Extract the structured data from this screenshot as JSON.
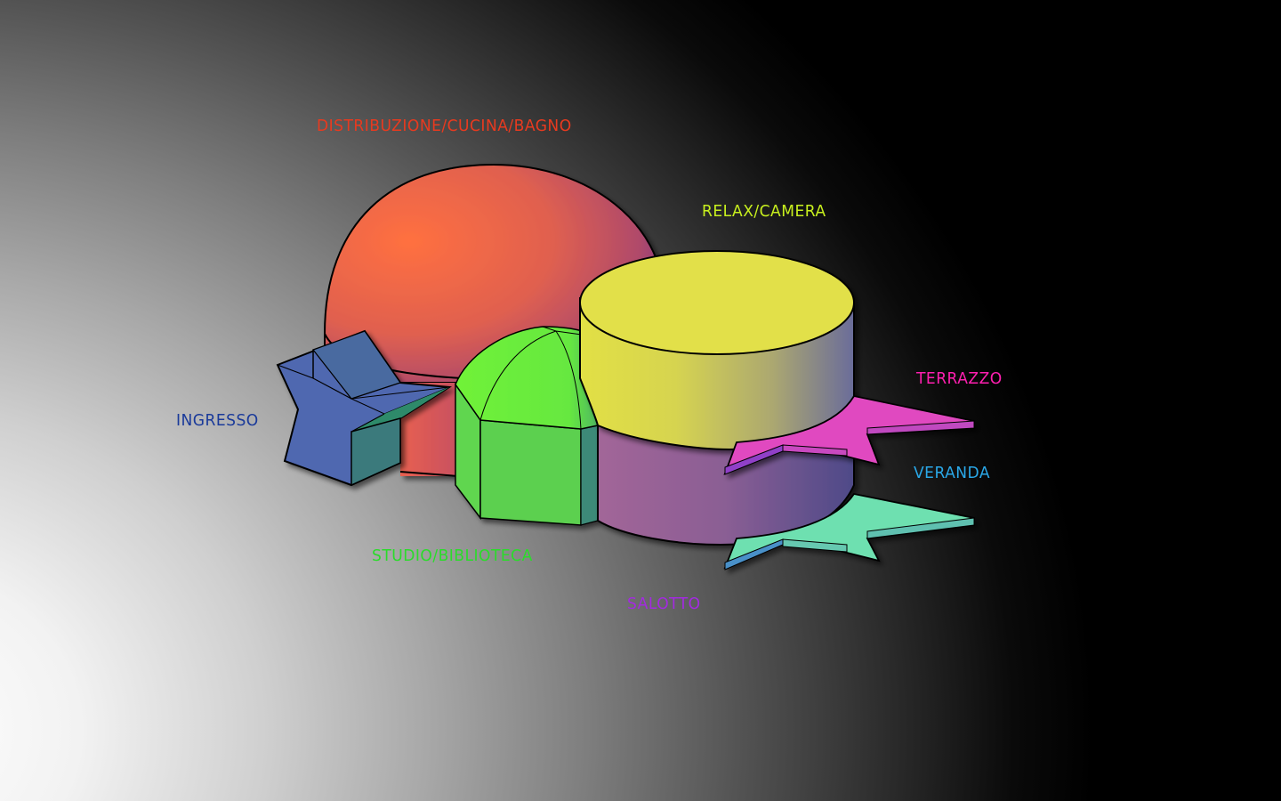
{
  "diagram": {
    "labels": {
      "distribuzione": "DISTRIBUZIONE/CUCINA/BAGNO",
      "relax": "RELAX/CAMERA",
      "terrazzo": "TERRAZZO",
      "veranda": "VERANDA",
      "ingresso": "INGRESSO",
      "studio": "STUDIO/BIBLIOTECA",
      "salotto": "SALOTTO"
    },
    "colors": {
      "distribuzione": "#e83a1f",
      "relax": "#c8f01e",
      "terrazzo": "#ff1fb0",
      "veranda": "#2aa8e8",
      "ingresso": "#1a3a9a",
      "studio": "#2adc2a",
      "salotto": "#a32ae0"
    },
    "shapes": [
      {
        "name": "dome-distribuzione",
        "fill": "#f26e45"
      },
      {
        "name": "cylinder-relax",
        "fill": "#e2e04a"
      },
      {
        "name": "cylinder-salotto",
        "fill": "#9a6398"
      },
      {
        "name": "star-ingresso",
        "fill": "#5068b0"
      },
      {
        "name": "octagon-dome-studio",
        "fill": "#5fd050"
      },
      {
        "name": "star-terrazzo",
        "fill": "#e048c0"
      },
      {
        "name": "star-veranda",
        "fill": "#6ee0b0"
      }
    ]
  }
}
